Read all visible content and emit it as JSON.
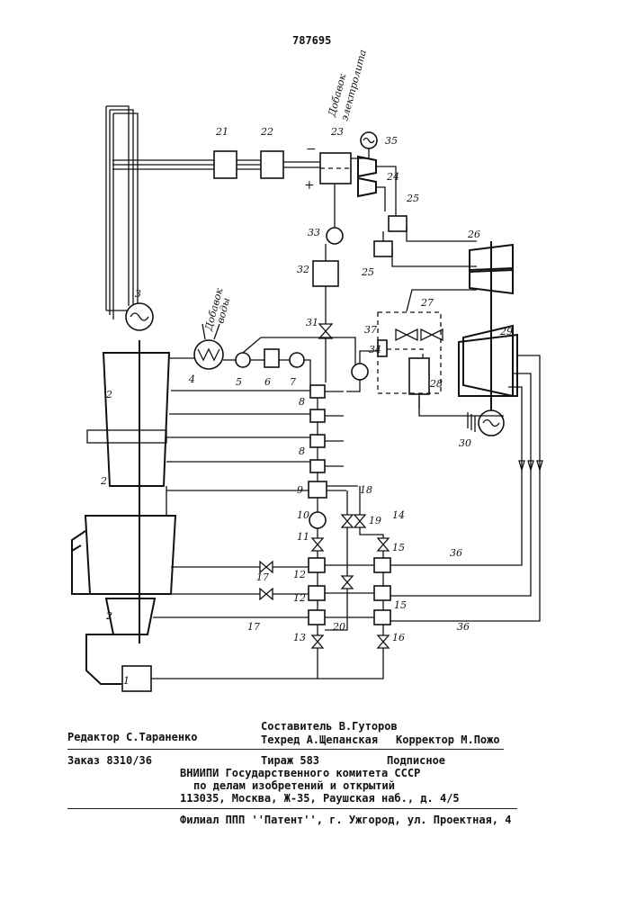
{
  "patent_number": "787695",
  "diagram": {
    "annotations": {
      "electrolyte_top": "Добавок",
      "electrolyte_bottom": "электролита",
      "water_top": "Добавок",
      "water_bottom": "воды",
      "minus": "−",
      "plus": "+"
    },
    "labels": [
      "1",
      "2",
      "3",
      "4",
      "5",
      "6",
      "7",
      "8",
      "9",
      "10",
      "11",
      "12",
      "13",
      "14",
      "15",
      "16",
      "17",
      "18",
      "19",
      "20",
      "21",
      "22",
      "23",
      "24",
      "25",
      "26",
      "27",
      "28",
      "29",
      "30",
      "31",
      "32",
      "33",
      "34",
      "35",
      "36",
      "37"
    ]
  },
  "footer": {
    "editor": "Редактор С.Тараненко",
    "compiler": "Составитель В.Гуторов",
    "techeditor": "Техред А.Щепанская",
    "corrector": "Корректор М.Пожо",
    "order": "Заказ 8310/36",
    "circulation": "Тираж 583",
    "subscription": "Подписное",
    "org_line1": "ВНИИПИ Государственного комитета СССР",
    "org_line2": "по делам изобретений и открытий",
    "address": "113035, Москва, Ж-35, Раушская наб., д. 4/5",
    "branch": "Филиал ППП ''Патент'', г. Ужгород, ул. Проектная, 4"
  }
}
